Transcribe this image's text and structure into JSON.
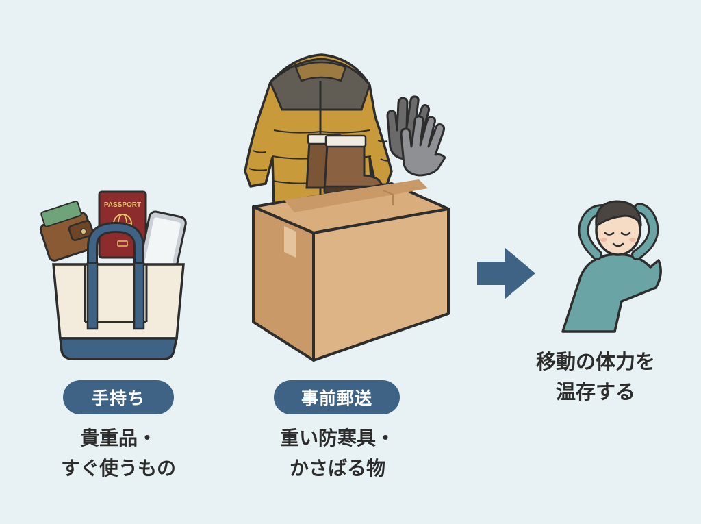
{
  "items": {
    "passport_text": "PASSPORT"
  },
  "carry": {
    "label": "手持ち",
    "line1": "貴重品・",
    "line2": "すぐ使うもの"
  },
  "ship": {
    "label": "事前郵送",
    "line1": "重い防寒具・",
    "line2": "かさばる物"
  },
  "result": {
    "line1": "移動の体力を",
    "line2": "温存する"
  },
  "colors": {
    "background": "#e8f2f4",
    "pill": "#3f6384",
    "arrow": "#3f6384",
    "outline": "#2d2d2d"
  }
}
